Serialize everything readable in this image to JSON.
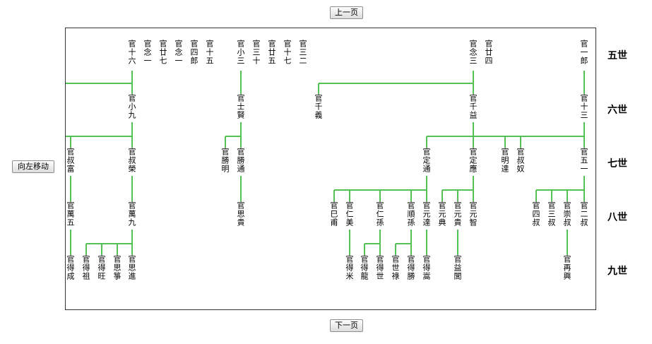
{
  "nav": {
    "prev_page": "上一页",
    "next_page": "下一页",
    "move_left": "向左移动"
  },
  "colors": {
    "line": "#53c153",
    "border": "#333333"
  },
  "generations": [
    "五世",
    "六世",
    "七世",
    "八世",
    "九世"
  ],
  "tree": {
    "gen5": [
      "官十六",
      "官念一",
      "官廿七",
      "官念一",
      "官四郎",
      "官十五",
      "官小三",
      "官三十",
      "官廿五",
      "官十七",
      "官三二",
      "官念三",
      "官廿四",
      "官一郎"
    ],
    "gen6": [
      "官小九",
      "官士賢",
      "官千義",
      "官千益",
      "官十三"
    ],
    "gen7": [
      "官叔富",
      "官叔榮",
      "官勝明",
      "官勝通",
      "官定通",
      "官定應",
      "官明達",
      "官叔奴",
      "官五一"
    ],
    "gen8": [
      "官萬五",
      "官萬九",
      "官思貴",
      "官巳甫",
      "官仁美",
      "官仁孫",
      "官順孫",
      "官元達",
      "官元典",
      "官元貴",
      "官元智",
      "官四叔",
      "官三叔",
      "官崇叔",
      "官二叔"
    ],
    "gen9": [
      "官得成",
      "官得祖",
      "官得旺",
      "官思箏",
      "官思進",
      "官得米",
      "官得龍",
      "官得世",
      "官世祿",
      "官得勝",
      "官得嵩",
      "官益閭",
      "官再興"
    ]
  }
}
